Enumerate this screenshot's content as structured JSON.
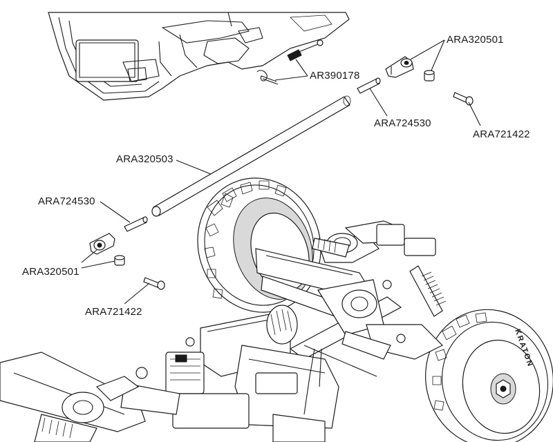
{
  "diagram": {
    "labels": {
      "link_upper_a": "AR390178",
      "rod_end_upper": "ARA320501",
      "pin_upper": "ARA724530",
      "screw_upper": "ARA721422",
      "link_rod": "ARA320503",
      "pin_lower": "ARA724530",
      "rod_end_lower": "ARA320501",
      "screw_lower": "ARA721422"
    },
    "tire_brand": "KRATON"
  }
}
